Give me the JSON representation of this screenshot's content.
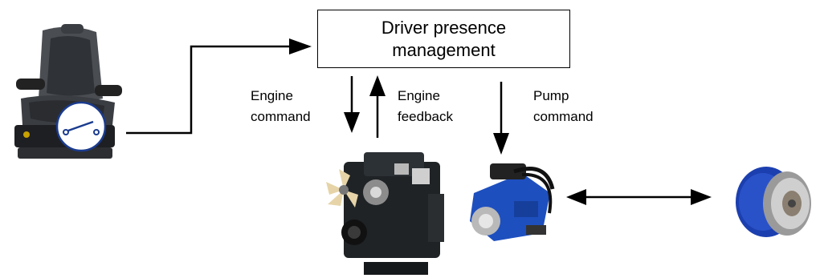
{
  "box": {
    "line1": "Driver presence",
    "line2": "management"
  },
  "labels": {
    "engine_command": {
      "line1": "Engine",
      "line2": "command"
    },
    "engine_feedback": {
      "line1": "Engine",
      "line2": "feedback"
    },
    "pump_command": {
      "line1": "Pump",
      "line2": "command"
    }
  },
  "colors": {
    "line": "#000000",
    "pump_blue": "#1e4fbf",
    "motor_blue": "#1c3fb0",
    "engine_dark": "#1b1e20",
    "seat_gray": "#3a3d42"
  }
}
